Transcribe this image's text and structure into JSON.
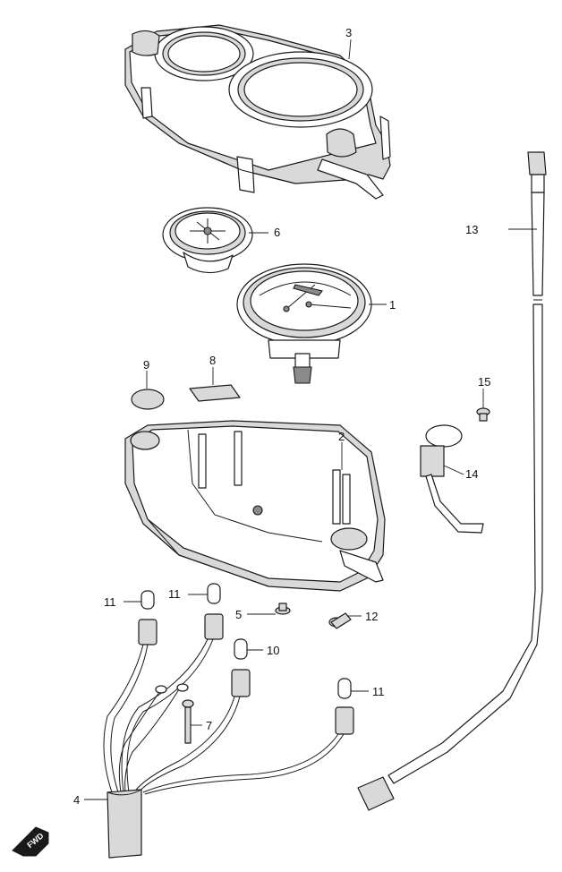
{
  "callouts": [
    {
      "id": "p1",
      "label": "1"
    },
    {
      "id": "p2",
      "label": "2"
    },
    {
      "id": "p3",
      "label": "3"
    },
    {
      "id": "p4",
      "label": "4"
    },
    {
      "id": "p5",
      "label": "5"
    },
    {
      "id": "p6",
      "label": "6"
    },
    {
      "id": "p7",
      "label": "7"
    },
    {
      "id": "p8",
      "label": "8"
    },
    {
      "id": "p9",
      "label": "9"
    },
    {
      "id": "p10",
      "label": "10"
    },
    {
      "id": "p11a",
      "label": "11"
    },
    {
      "id": "p11b",
      "label": "11"
    },
    {
      "id": "p11c",
      "label": "11"
    },
    {
      "id": "p12",
      "label": "12"
    },
    {
      "id": "p13",
      "label": "13"
    },
    {
      "id": "p14",
      "label": "14"
    },
    {
      "id": "p15",
      "label": "15"
    }
  ],
  "direction_badge": "FWD",
  "colors": {
    "line": "#1a1a1a",
    "shade": "#d9d9d9",
    "background": "#ffffff"
  }
}
